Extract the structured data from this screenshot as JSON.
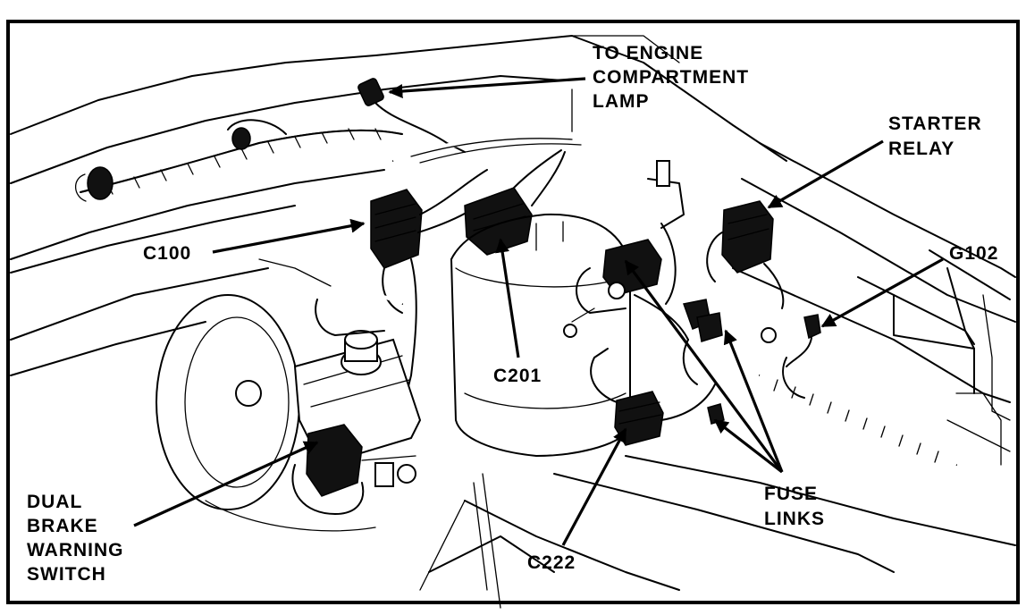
{
  "labels": {
    "engine_lamp": [
      "TO ENGINE",
      "COMPARTMENT",
      "LAMP"
    ],
    "starter_relay": [
      "STARTER",
      "RELAY"
    ],
    "c100": "C100",
    "g102": "G102",
    "c201": "C201",
    "fuse_links": [
      "FUSE",
      "LINKS"
    ],
    "c222": "C222",
    "dual_brake": [
      "DUAL",
      "BRAKE",
      "WARNING",
      "SWITCH"
    ]
  },
  "colors": {
    "ink": "#000000",
    "paper": "#ffffff"
  }
}
